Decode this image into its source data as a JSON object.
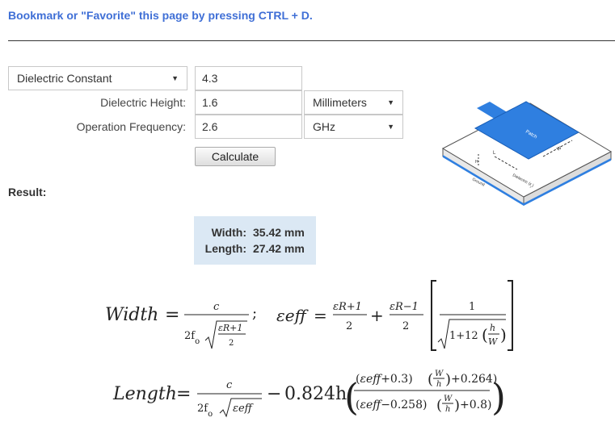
{
  "header": {
    "bookmark_text": "Bookmark or \"Favorite\" this page by pressing CTRL + D."
  },
  "form": {
    "property_select": "Dielectric Constant",
    "dielectric_constant": "4.3",
    "height_label": "Dielectric Height:",
    "height_value": "1.6",
    "height_unit": "Millimeters",
    "freq_label": "Operation Frequency:",
    "freq_value": "2.6",
    "freq_unit": "GHz",
    "calculate_label": "Calculate"
  },
  "diagram": {
    "patch": "Patch",
    "dielectric": "Dielectric (ε",
    "dielectric_sub": "r",
    "ground": "Ground",
    "w": "W",
    "l": "L",
    "h": "H"
  },
  "result": {
    "label": "Result:",
    "width_label": "Width:",
    "width_value": "35.42 mm",
    "length_label": "Length:",
    "length_value": "27.42 mm"
  },
  "formulas": {
    "width_lhs": "Width",
    "length_lhs": "Length",
    "c": "c",
    "two_f0": "2f",
    "sub_o": "o",
    "eps_r_plus_1": "εR+1",
    "eps_r_minus_1": "εR−1",
    "two": "2",
    "semicolon": ";",
    "eps_eff": "εeff",
    "one": "1",
    "one_plus_12": "1+12",
    "h": "h",
    "W": "W",
    "coef": "0.824h",
    "plus_03": "+0.3",
    "plus_0264": "+0.264",
    "minus_0258": "−0.258",
    "plus_08": "+0.8"
  },
  "colors": {
    "link": "#3f6fd6",
    "patch": "#2f7fe0",
    "result_bg": "#dbe8f4"
  }
}
